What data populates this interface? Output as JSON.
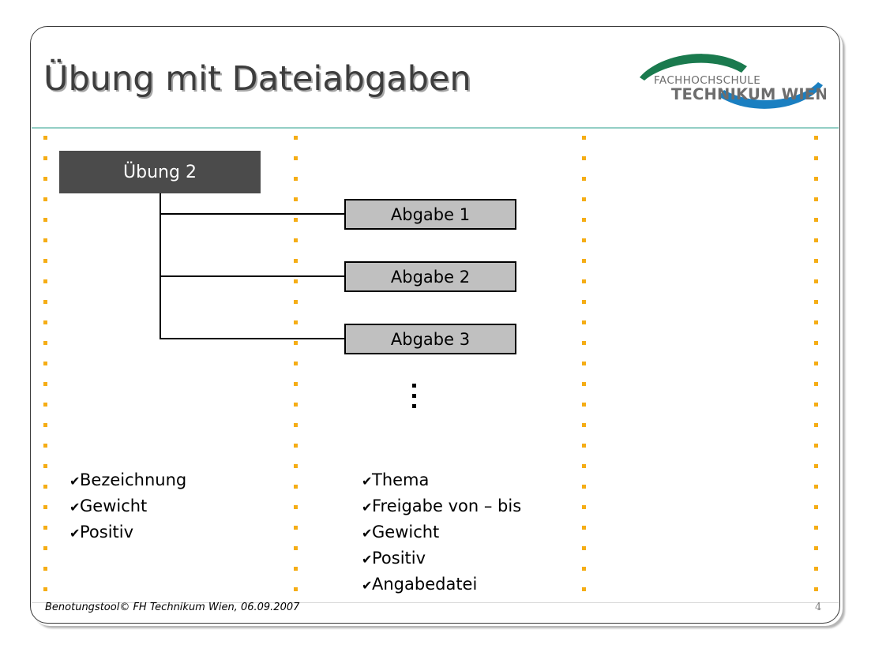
{
  "slide": {
    "title": "Übung mit Dateiabgaben",
    "accent_rule_color": "#93cfc5",
    "dot_color": "#f5ad15",
    "border_color": "#3a3a3a"
  },
  "logo": {
    "line1": "FACHHOCHSCHULE",
    "line2": "TECHNIKUM WIEN",
    "arc_top_color": "#1a7a4e",
    "arc_bottom_color": "#1a7fc1",
    "text_color": "#6d6d6d"
  },
  "diagram": {
    "root": {
      "label": "Übung 2",
      "fill": "#4b4b4b",
      "text_color": "#ffffff"
    },
    "leaves": [
      {
        "label": "Abgabe 1"
      },
      {
        "label": "Abgabe 2"
      },
      {
        "label": "Abgabe 3"
      }
    ],
    "leaf_fill": "#c0c0c0",
    "leaf_border": "#000000",
    "continuation": "⋮"
  },
  "lists": {
    "left": {
      "bullet": "✔",
      "items": [
        "Bezeichnung",
        "Gewicht",
        "Positiv"
      ]
    },
    "right": {
      "bullet": "✔",
      "items": [
        "Thema",
        "Freigabe von – bis",
        "Gewicht",
        "Positiv",
        "Angabedatei"
      ]
    }
  },
  "footer": {
    "text": "Benotungstool© FH Technikum  Wien, 06.09.2007",
    "page_number": "4"
  }
}
